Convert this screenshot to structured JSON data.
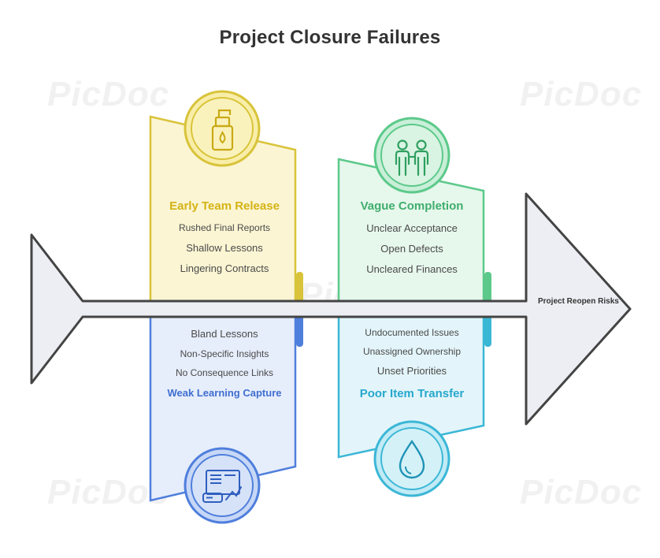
{
  "title": "Project Closure Failures",
  "effect": "Project Reopen Risks",
  "watermark": "PicDoc",
  "colors": {
    "yellow": "#d8c33a",
    "green": "#5cc98a",
    "blue": "#4f7fdc",
    "cyan": "#3bb7d6",
    "spine": "#444444"
  },
  "branches": {
    "top_left": {
      "heading": "Early Team Release",
      "icon": "spray-bottle-icon",
      "items": [
        "Rushed Final Reports",
        "Shallow Lessons",
        "Lingering Contracts"
      ]
    },
    "top_right": {
      "heading": "Vague Completion",
      "icon": "two-people-icon",
      "items": [
        "Unclear Acceptance",
        "Open Defects",
        "Uncleared Finances"
      ]
    },
    "bottom_left": {
      "heading": "Weak Learning Capture",
      "icon": "report-document-icon",
      "items": [
        "Bland Lessons",
        "Non-Specific Insights",
        "No Consequence Links"
      ]
    },
    "bottom_right": {
      "heading": "Poor Item Transfer",
      "icon": "water-drop-icon",
      "items": [
        "Undocumented Issues",
        "Unassigned Ownership",
        "Unset Priorities"
      ]
    }
  }
}
